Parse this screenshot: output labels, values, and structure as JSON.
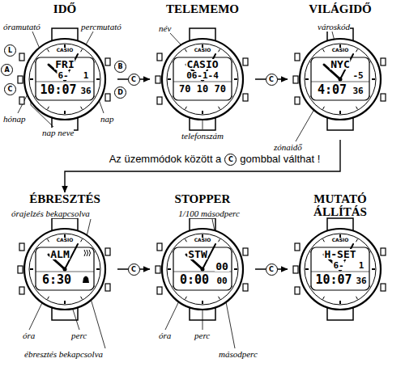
{
  "diagram": {
    "nodes": [
      {
        "text": [
          "IDŐ",
          "FRI",
          "6-",
          "1",
          "10:07",
          "36"
        ]
      },
      {
        "text": [
          "TELEMEMO",
          "CASIO",
          "06-1-4",
          "70 10 70"
        ]
      },
      {
        "text": [
          "VILÁGIDŐ",
          "NYC",
          "-5",
          "4:07",
          "36"
        ]
      },
      {
        "text": [
          "ÉBRESZTÉS",
          "ALM",
          "6:30"
        ]
      },
      {
        "text": [
          "STOPPER",
          "STW",
          "00",
          "0:00",
          "00"
        ]
      },
      {
        "text": [
          "MUTATÓ ÁLLÍTÁS",
          "H-SET",
          "6-",
          "1",
          "10:07",
          "36"
        ]
      }
    ],
    "edges": [
      {
        "from": 0,
        "to": 1,
        "label": "C",
        "arrow": "to"
      },
      {
        "from": 1,
        "to": 2,
        "label": "C",
        "arrow": "to"
      },
      {
        "from": 2,
        "to": 3,
        "arrow": "to"
      },
      {
        "from": 3,
        "to": 4,
        "label": "C",
        "arrow": "to"
      },
      {
        "from": 4,
        "to": 5,
        "label": "C",
        "arrow": "to"
      }
    ],
    "labels": [
      "óramutató",
      "percmutató",
      "L",
      "A",
      "C",
      "B",
      "D",
      "hónap",
      "nap neve",
      "nap",
      "név",
      "telefonszám",
      "városkód",
      "zónaidő",
      "Az üzemmódok között a",
      "C",
      "gombbal válthat !",
      "órajelzés bekapcsolva",
      "óra",
      "perc",
      "ébresztés bekapcsolva",
      "1/100 másodperc",
      "óra",
      "perc",
      "másodperc",
      "CASIO",
      "CASIO",
      "CASIO",
      "CASIO",
      "CASIO",
      "CASIO"
    ]
  }
}
